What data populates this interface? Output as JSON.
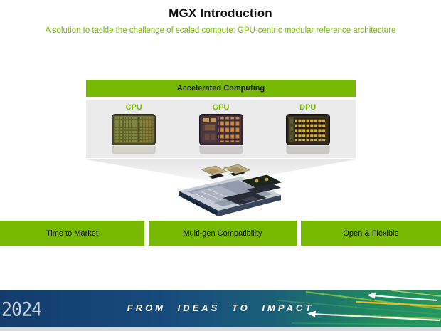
{
  "slide": {
    "title": "MGX Introduction",
    "subtitle": "A solution to tackle the challenge of scaled compute: GPU-centric modular reference architecture"
  },
  "diagram": {
    "banner_label": "Accelerated Computing",
    "processors": [
      {
        "label": "CPU",
        "icon": "cpu-die-icon"
      },
      {
        "label": "GPU",
        "icon": "gpu-die-icon"
      },
      {
        "label": "DPU",
        "icon": "dpu-die-icon"
      }
    ],
    "icons": {
      "funnel": "funnel-shape",
      "server": "mgx-server-exploded-view"
    }
  },
  "benefit_bars": [
    {
      "label": "Time to Market"
    },
    {
      "label": "Multi-gen Compatibility"
    },
    {
      "label": "Open & Flexible"
    }
  ],
  "footer": {
    "year": "2024",
    "tagline": "FROM IDEAS TO IMPACT",
    "streaks_icon": "speed-lines-arrows-icon"
  },
  "colors": {
    "nvidia_green": "#76B900",
    "title_text": "#111111",
    "panel_gray": "#EBEBEB",
    "footer_navy": "#174B7D",
    "footer_green": "#23975F",
    "bottom_strip": "#D5D9DC"
  }
}
